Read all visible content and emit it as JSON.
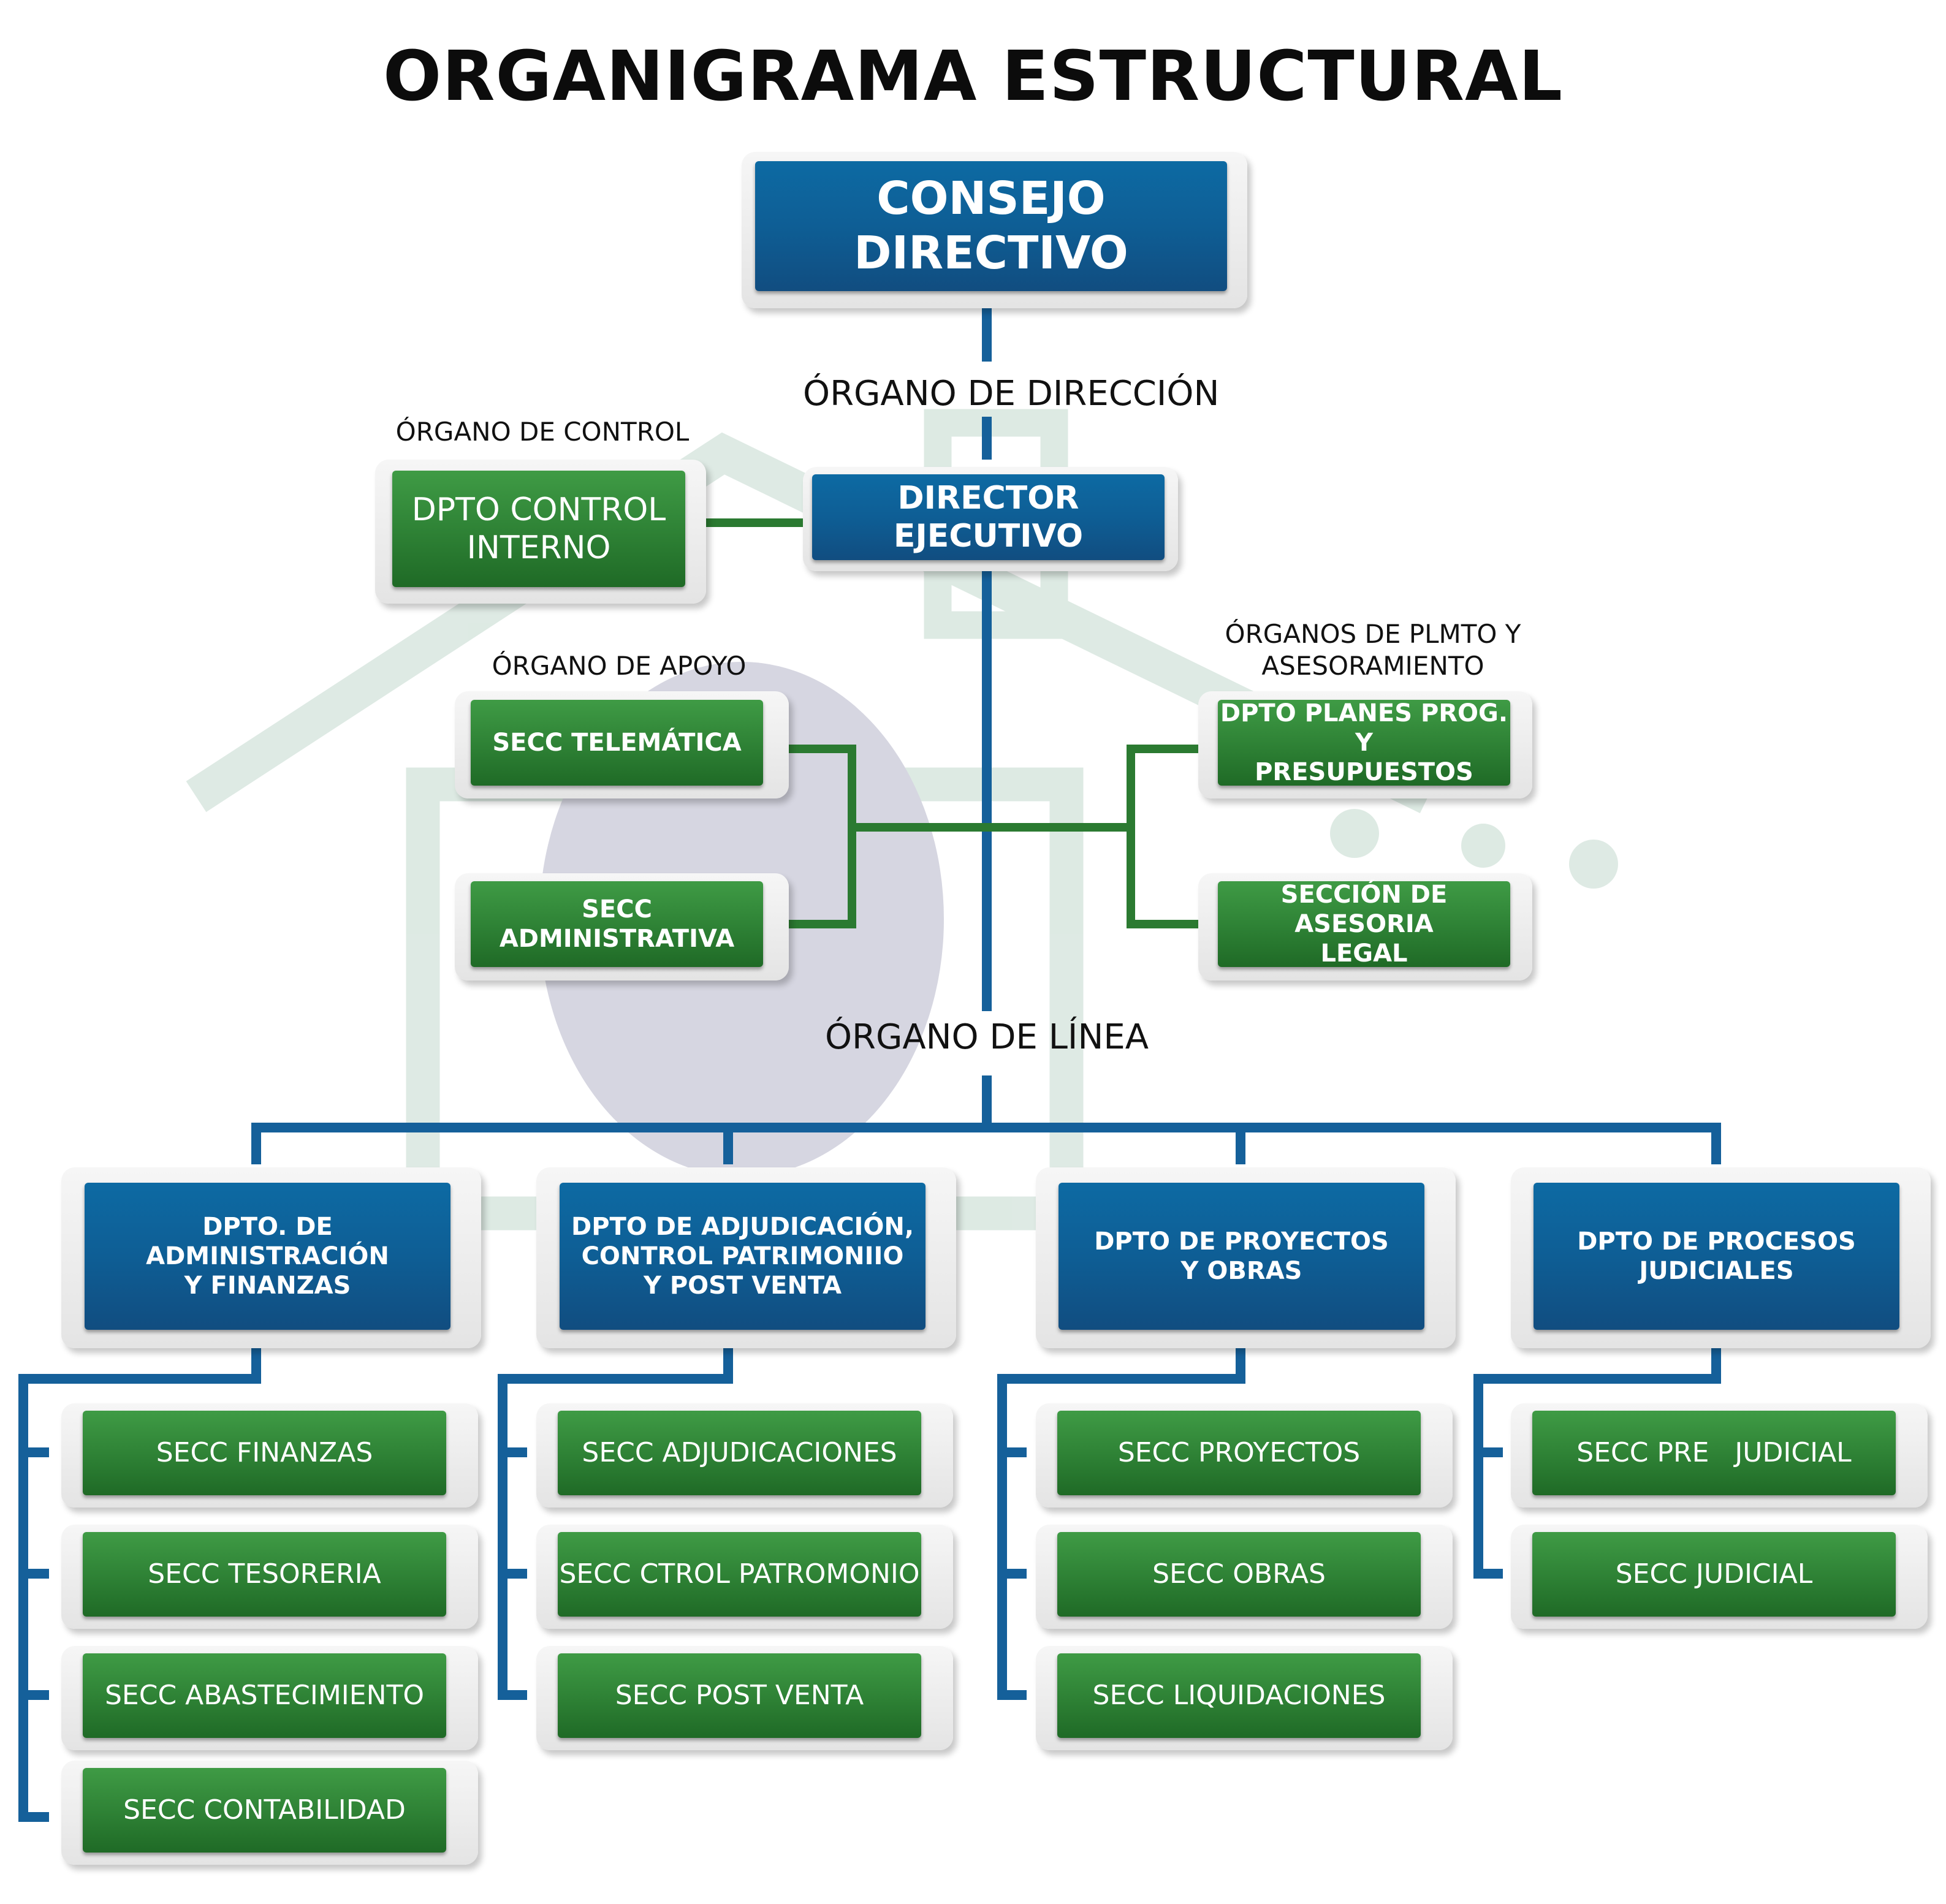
{
  "title": "ORGANIGRAMA ESTRUCTURAL",
  "labels": {
    "direccion": "ÓRGANO DE DIRECCIÓN",
    "control": "ÓRGANO DE CONTROL",
    "apoyo": "ÓRGANO DE APOYO",
    "plmto_line1": "ÓRGANOS DE PLMTO Y",
    "plmto_line2": "ASESORAMIENTO",
    "linea": "ÓRGANO DE  LÍNEA"
  },
  "nodes": {
    "consejo": [
      "CONSEJO",
      "DIRECTIVO"
    ],
    "director": "DIRECTOR EJECUTIVO",
    "control_interno": [
      "DPTO CONTROL",
      "INTERNO"
    ],
    "telematica": "SECC TELEMÁTICA",
    "administrativa": "SECC ADMINISTRATIVA",
    "planes": [
      "DPTO PLANES PROG. Y",
      "PRESUPUESTOS"
    ],
    "asesoria": [
      "SECCIÓN DE ASESORIA",
      "LEGAL"
    ]
  },
  "departments": [
    {
      "name": [
        "DPTO. DE ADMINISTRACIÓN",
        "Y FINANZAS"
      ],
      "sections": [
        "SECC FINANZAS",
        "SECC TESORERIA",
        "SECC ABASTECIMIENTO",
        "SECC CONTABILIDAD"
      ]
    },
    {
      "name": [
        "DPTO DE ADJUDICACIÓN,",
        "CONTROL PATRIMONIIO",
        "Y POST VENTA"
      ],
      "sections": [
        "SECC ADJUDICACIONES",
        "SECC CTROL PATROMONIO",
        "SECC POST VENTA"
      ]
    },
    {
      "name": [
        "DPTO DE PROYECTOS",
        "Y OBRAS"
      ],
      "sections": [
        "SECC PROYECTOS",
        "SECC OBRAS",
        "SECC LIQUIDACIONES"
      ]
    },
    {
      "name": [
        "DPTO DE PROCESOS",
        "JUDICIALES"
      ],
      "sections": [
        "SECC PRE   JUDICIAL",
        "SECC JUDICIAL"
      ]
    }
  ],
  "colors": {
    "blue": "#0e5e95",
    "green": "#2f8336",
    "blue_line": "#15609a",
    "green_line": "#2b7a31"
  }
}
